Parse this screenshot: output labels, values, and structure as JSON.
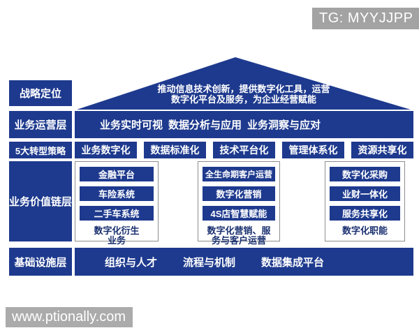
{
  "colors": {
    "navy": "#1e3a8e",
    "badge_gray": "#a3a3a3",
    "watermark_gray": "#ababab",
    "column_border": "#8e8e8e",
    "caption_text": "#1a3070",
    "background": "#ffffff"
  },
  "badge": {
    "text": "TG: MYYJJPP"
  },
  "watermark": {
    "text": "www.ptionally.com"
  },
  "roof": {
    "label": "战略定位",
    "line1": "推动信息技术创新，提供数字化工具，运营",
    "line2": "数字化平台及服务，为企业经营赋能"
  },
  "layers": {
    "operations": {
      "label": "业务运营层",
      "items": [
        "业务实时可视",
        "数据分析与应用",
        "业务洞察与应对"
      ]
    },
    "strategies": {
      "label": "5大转型策略",
      "items": [
        "业务数字化",
        "数据标准化",
        "技术平台化",
        "管理体系化",
        "资源共享化"
      ]
    },
    "value_chain": {
      "label": "业务价值链层",
      "columns": [
        {
          "boxes": [
            "金融平台",
            "车险系统",
            "二手车系统"
          ],
          "caption_line1": "数字化衍生",
          "caption_line2": "业务"
        },
        {
          "boxes": [
            "全生命期客户运营",
            "数字化营销",
            "4S店智慧赋能"
          ],
          "caption_line1": "数字化营销、服",
          "caption_line2": "务与客户运营"
        },
        {
          "boxes": [
            "数字化采购",
            "业财一体化",
            "服务共享化"
          ],
          "caption_line1": "数字化职能",
          "caption_line2": ""
        }
      ]
    },
    "infrastructure": {
      "label": "基础设施层",
      "items": [
        "组织与人才",
        "流程与机制",
        "数据集成平台"
      ]
    }
  }
}
